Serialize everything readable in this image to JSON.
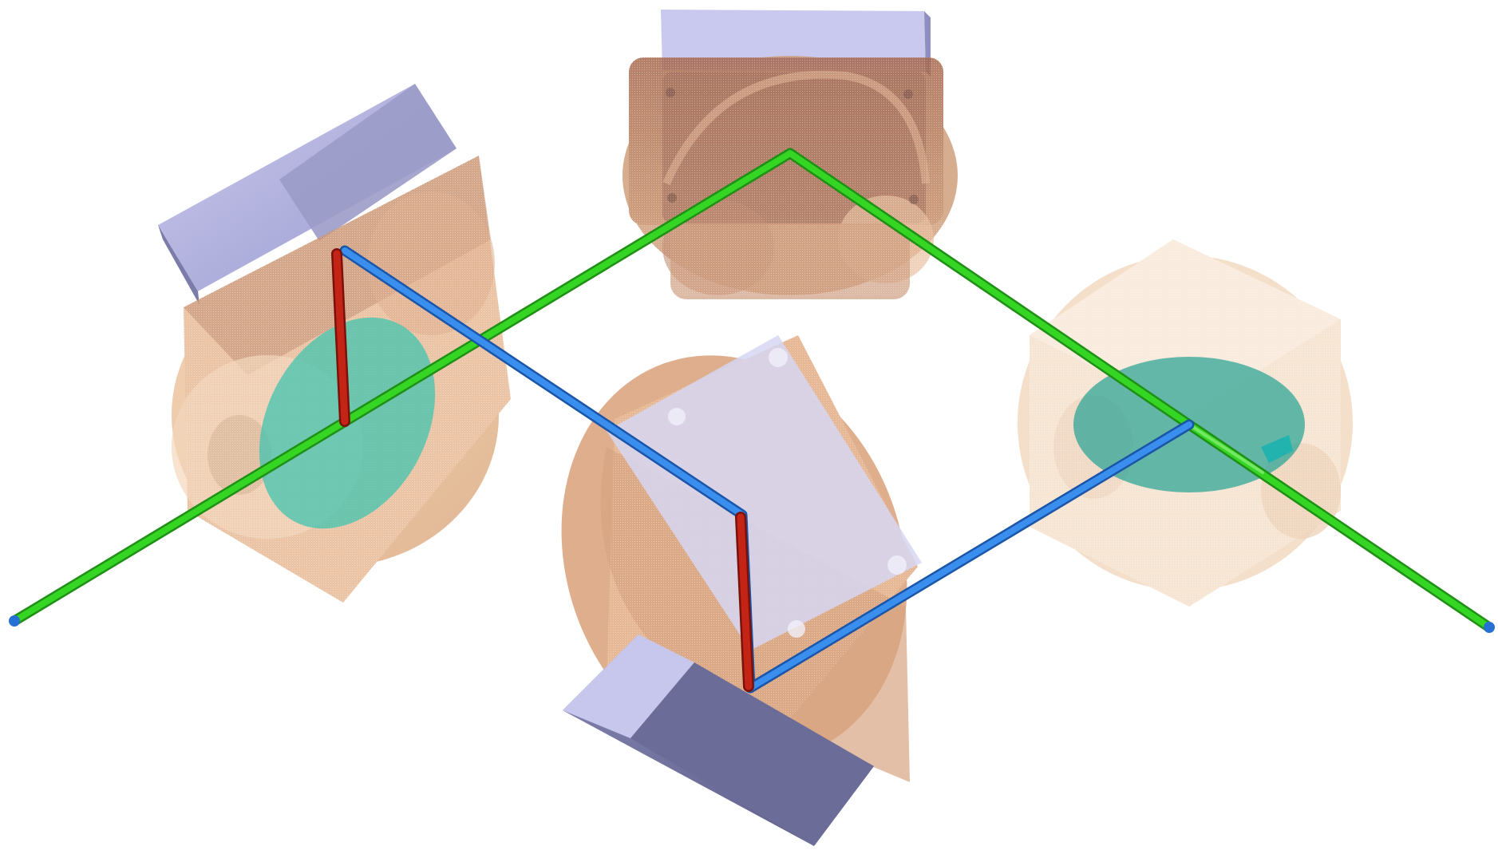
{
  "scene": {
    "type": "optical-interferometer-3d-assembly",
    "background": "#ffffff",
    "colors": {
      "cube_mount_light": "#e6b48c",
      "cube_mount_dark": "#a8674a",
      "housing_block": "#b0b0dc",
      "beam_splitter_disc": "#3cc4b0",
      "beam_green": "#33cc22",
      "beam_blue": "#2e7fe0",
      "beam_red": "#b01c10"
    },
    "components": [
      {
        "name": "mirror-mount-top",
        "icon": "cube-mount-icon"
      },
      {
        "name": "beam-splitter-left",
        "icon": "cube-mount-icon"
      },
      {
        "name": "beam-splitter-right",
        "icon": "cube-mount-icon"
      },
      {
        "name": "mirror-mount-bottom",
        "icon": "cube-mount-icon"
      }
    ],
    "beams": [
      {
        "name": "green-beam",
        "color": "#33cc22"
      },
      {
        "name": "blue-beam",
        "color": "#2e7fe0"
      },
      {
        "name": "red-beam",
        "color": "#b01c10"
      }
    ]
  }
}
